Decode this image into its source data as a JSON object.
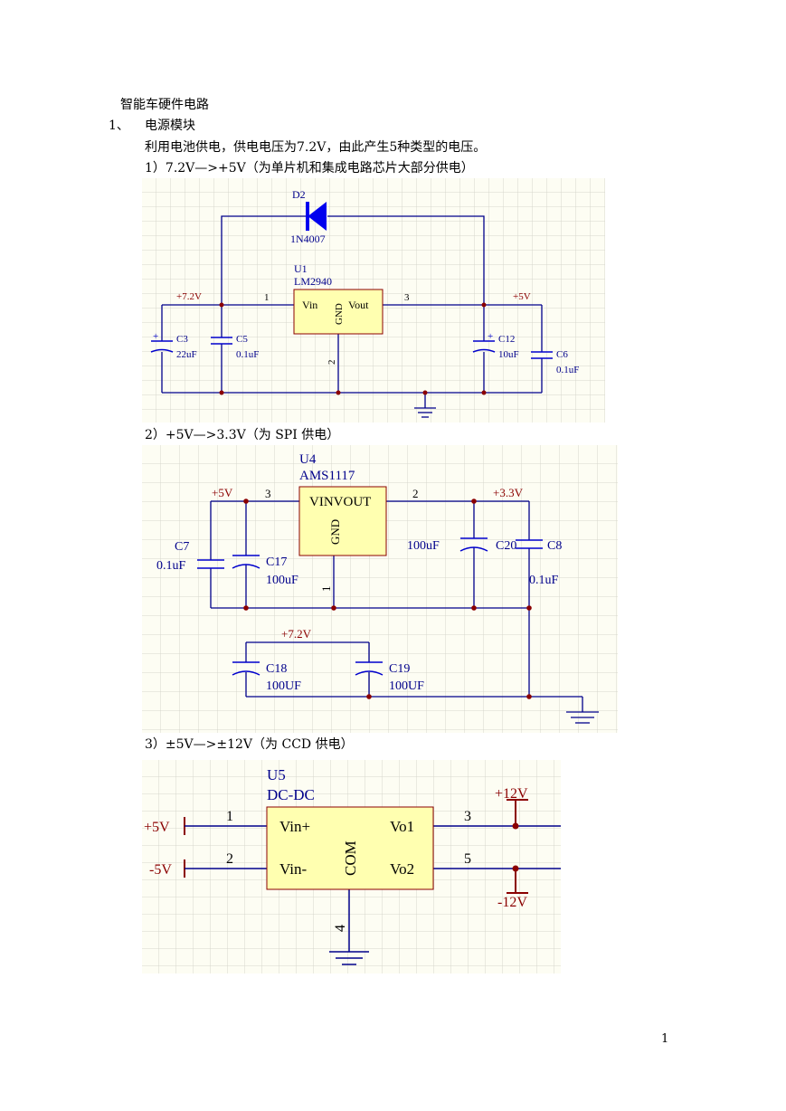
{
  "doc": {
    "title": "智能车硬件电路",
    "section_num": "1、",
    "section_title": "电源模块",
    "intro": "利用电池供电，供电电压为7.2V，由此产生5种类型的电压。",
    "item1": "1）7.2V—>+5V（为单片机和集成电路芯片大部分供电）",
    "item2": "2）+5V—>3.3V（为 SPI 供电）",
    "item3": "3）±5V—>±12V（为 CCD 供电）",
    "page_number": "1"
  },
  "schematic1": {
    "d2_ref": "D2",
    "d2_part": "1N4007",
    "u1_ref": "U1",
    "u1_part": "LM2940",
    "pin_vin": "Vin",
    "pin_gnd": "GND",
    "pin_vout": "Vout",
    "pin1": "1",
    "pin2": "2",
    "pin3": "3",
    "net_in": "+7.2V",
    "net_out": "+5V",
    "c3_ref": "C3",
    "c3_val": "22uF",
    "c5_ref": "C5",
    "c5_val": "0.1uF",
    "c12_ref": "C12",
    "c12_val": "10uF",
    "c6_ref": "C6",
    "c6_val": "0.1uF",
    "plus": "+"
  },
  "schematic2": {
    "u4_ref": "U4",
    "u4_part": "AMS1117",
    "pin_vinvout": "VINVOUT",
    "pin_gnd": "GND",
    "pin3": "3",
    "pin2": "2",
    "pin1": "1",
    "net_5v": "+5V",
    "net_33v": "+3.3V",
    "net_72v": "+7.2V",
    "c7_ref": "C7",
    "c7_val": "0.1uF",
    "c17_ref": "C17",
    "c17_val": "100uF",
    "c20_ref": "C20",
    "c20_val": "100uF",
    "c8_ref": "C8",
    "c8_val": "0.1uF",
    "c18_ref": "C18",
    "c18_val": "100UF",
    "c19_ref": "C19",
    "c19_val": "100UF"
  },
  "schematic3": {
    "u5_ref": "U5",
    "u5_part": "DC-DC",
    "pin_vinp": "Vin+",
    "pin_vinn": "Vin-",
    "pin_com": "COM",
    "pin_vo1": "Vo1",
    "pin_vo2": "Vo2",
    "pin1": "1",
    "pin2": "2",
    "pin3": "3",
    "pin4": "4",
    "pin5": "5",
    "net_p5v": "+5V",
    "net_n5v": "-5V",
    "net_p12v": "+12V",
    "net_n12v": "-12V"
  },
  "colors": {
    "grid_bg": "#fdfdf3",
    "grid_line": "#d6d6cc",
    "wire": "#00008b",
    "junction": "#8b0000",
    "power": "#8b0000",
    "chip_fill": "#ffffb0",
    "chip_border": "#8b0000",
    "cap": "#0000cd"
  }
}
